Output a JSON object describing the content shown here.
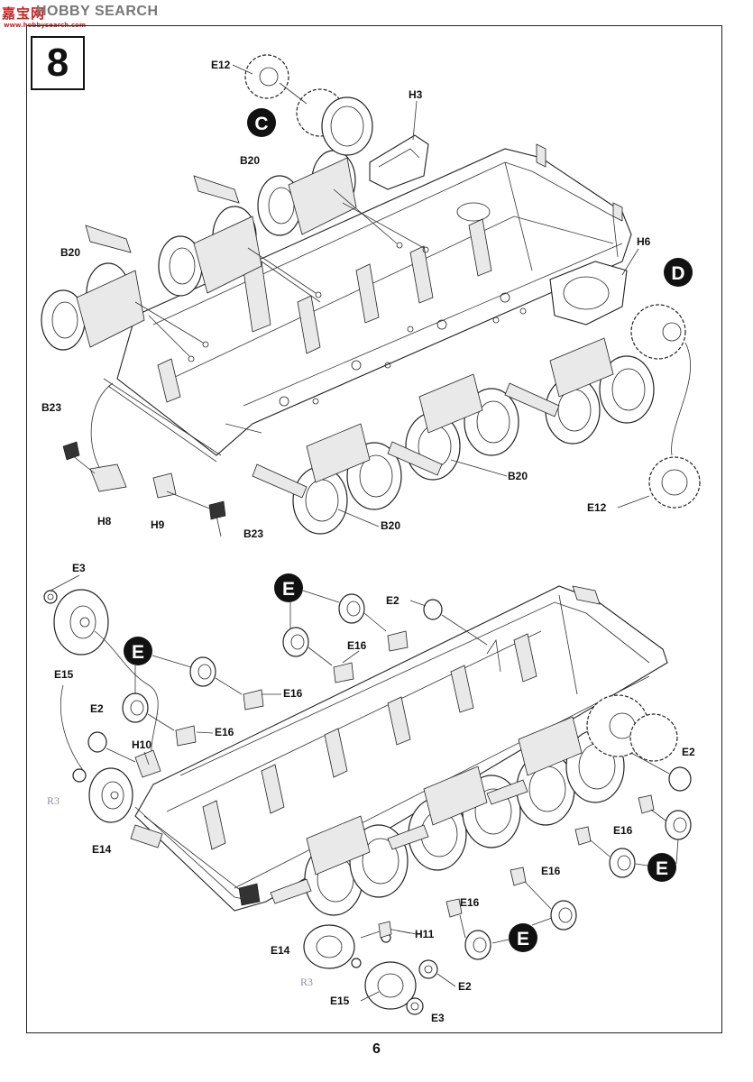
{
  "watermark": {
    "logo": "嘉宝网",
    "text": "HOBBY SEARCH",
    "url": "www.hobbysearch.com"
  },
  "step": {
    "number": "8"
  },
  "page": {
    "number": "6"
  },
  "callouts": {
    "C": "C",
    "D": "D",
    "E1": "E",
    "E2": "E",
    "E3": "E",
    "E4": "E"
  },
  "labels": {
    "top": {
      "e12_a": "E12",
      "h3": "H3",
      "b20_a": "B20",
      "b20_b": "B20",
      "h6": "H6",
      "b23_a": "B23",
      "h8": "H8",
      "h9": "H9",
      "b23_b": "B23",
      "b20_c": "B20",
      "b20_d": "B20",
      "e12_b": "E12"
    },
    "bottom": {
      "e3_a": "E3",
      "e15_a": "E15",
      "e2_a": "E2",
      "e16_a": "E16",
      "e16_b": "E16",
      "e2_b": "E2",
      "e16_c": "E16",
      "h10": "H10",
      "r3_a": "R3",
      "e14_a": "E14",
      "e2_c": "E2",
      "e16_d": "E16",
      "e16_e": "E16",
      "e16_f": "E16",
      "h11": "H11",
      "e14_b": "E14",
      "r3_b": "R3",
      "e2_d": "E2",
      "e15_b": "E15",
      "e3_b": "E3"
    }
  }
}
